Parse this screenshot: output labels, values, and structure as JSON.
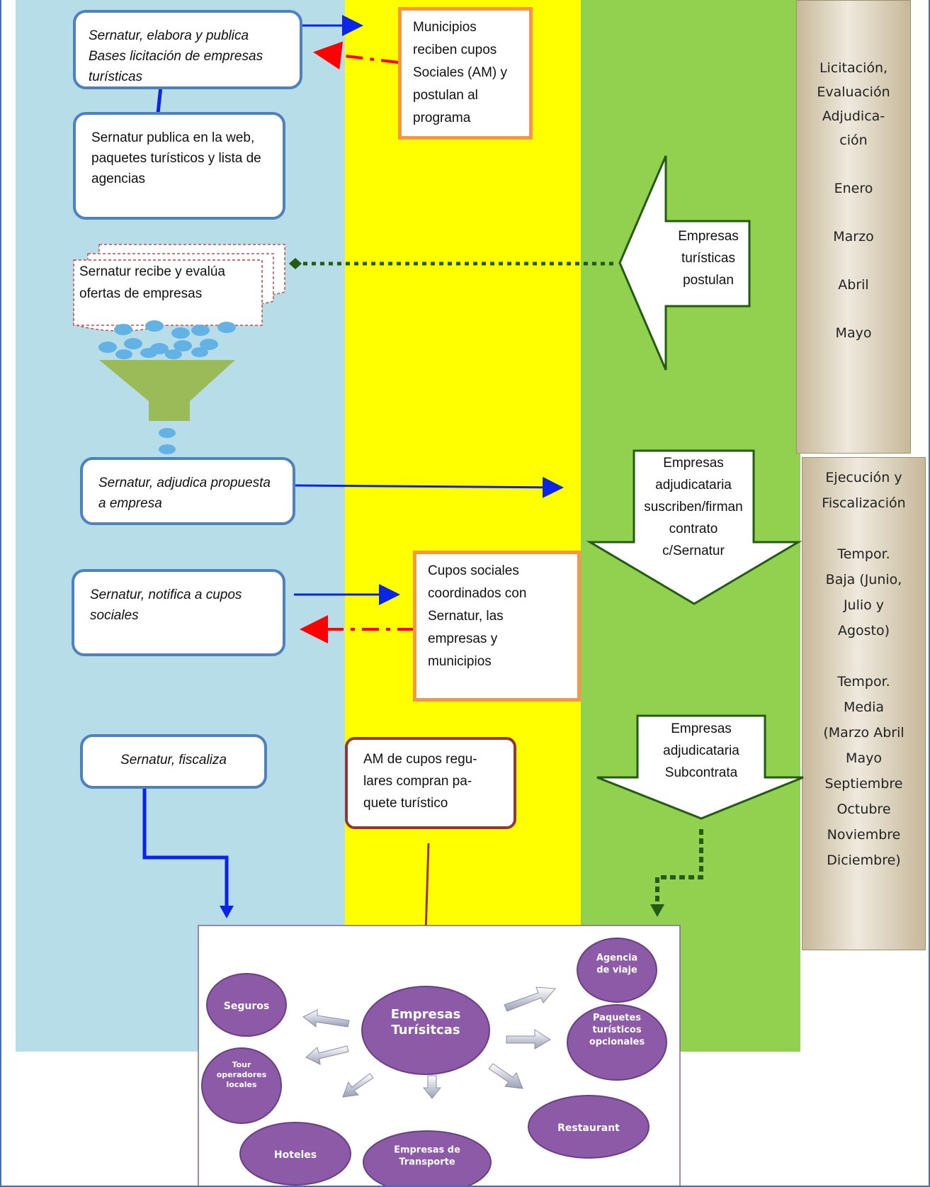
{
  "colors": {
    "lane_blue": "#b7dde8",
    "lane_yellow": "#ffff00",
    "lane_green": "#92d050",
    "box_blue_border": "#4f81bd",
    "box_orange_border": "#f79646",
    "box_maroon_border": "#943634",
    "bubble_purple": "#8c5aa6",
    "connector_blue": "#0a24e8",
    "connector_red": "#ff0000",
    "connector_dark_green": "#245b12"
  },
  "sernatur": {
    "bases": "Sernatur, elabora y publica Bases licitación de empresas turísticas",
    "web": "Sernatur publica en la web,  paquetes turísticos y lista de agencias",
    "recibe": "Sernatur recibe y evalúa ofertas de empresas",
    "adjudica": "Sernatur, adjudica propuesta a empresa",
    "notifica": "Sernatur, notifica a cupos sociales",
    "fiscaliza": "Sernatur, fiscaliza"
  },
  "yellow": {
    "municipios_lines": [
      "Municipios",
      "reciben  cupos",
      "Sociales (AM) y",
      "postulan al",
      "programa"
    ],
    "cupos_lines": [
      "Cupos sociales",
      "coordinados  con",
      "Sernatur, las",
      "empresas y",
      "municipios"
    ],
    "am_lines": [
      "AM de  cupos regu-",
      "lares compran  pa-",
      "quete turístico"
    ]
  },
  "green": {
    "postulan_lines": [
      "Empresas",
      "turísticas",
      "postulan"
    ],
    "adjudicataria_lines": [
      "Empresas",
      "adjudicataria",
      "suscriben/firman",
      "contrato",
      "c/Sernatur"
    ],
    "subcontrata_lines": [
      "Empresas",
      "adjudicataria",
      "Subcontrata"
    ]
  },
  "side": {
    "top_lines": [
      "Licitación,",
      "Evaluación",
      "Adjudica-",
      "ción",
      "",
      "Enero",
      "",
      "Marzo",
      "",
      "Abril",
      "",
      "Mayo"
    ],
    "bottom_lines": [
      "Ejecución y",
      "Fiscalización",
      "",
      "Tempor.",
      "Baja (Junio,",
      "Julio y",
      "Agosto)",
      "",
      "Tempor.",
      "Media",
      "(Marzo Abril",
      "Mayo",
      "Septiembre",
      "Octubre",
      "Noviembre",
      "Diciembre)"
    ]
  },
  "cluster": {
    "center_lines": [
      "Empresas",
      "Turísitcas"
    ],
    "seguros": [
      "Seguros"
    ],
    "tour": [
      "Tour",
      "operadores",
      "locales"
    ],
    "hoteles": [
      "Hoteles"
    ],
    "transporte": [
      "Empresas de",
      "Transporte"
    ],
    "restaurant": [
      "Restaurant"
    ],
    "paquetes": [
      "Paquetes",
      "turísticos",
      "opcionales"
    ],
    "agencia": [
      "Agencia",
      "de viaje"
    ]
  }
}
